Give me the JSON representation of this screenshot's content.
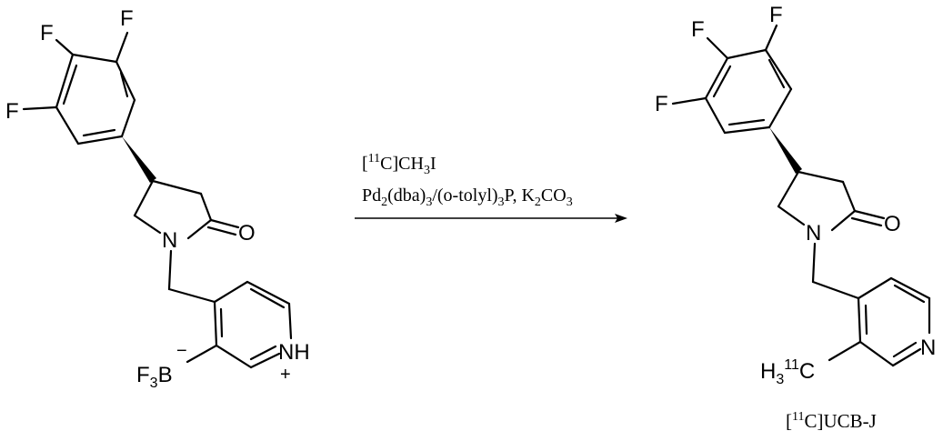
{
  "precursor": {
    "atoms": {
      "f_top_left": "F",
      "f_top_right": "F",
      "f_left": "F",
      "n_lactam": "N",
      "o_carbonyl": "O",
      "nh_pyridinium": "NH",
      "plus_charge": "+",
      "minus_charge": "−",
      "bf3_f": "F",
      "bf3_sub": "3",
      "bf3_b": "B"
    }
  },
  "conditions": {
    "line1": {
      "open_bracket": "[",
      "isotope": "11",
      "rest": "C]CH",
      "sub3": "3",
      "tail": "I"
    },
    "line2": {
      "pd": "Pd",
      "sub2": "2",
      "dba": "(dba)",
      "sub3a": "3",
      "tolyl": "/(o-tolyl)",
      "sub3b": "3",
      "p_k": "P,  K",
      "sub2b": "2",
      "co": "CO",
      "sub3c": "3"
    }
  },
  "product": {
    "atoms": {
      "f_top_left": "F",
      "f_top_right": "F",
      "f_left": "F",
      "n_lactam": "N",
      "o_carbonyl": "O",
      "n_pyridine": "N",
      "methyl_h": "H",
      "methyl_sub3": "3",
      "methyl_isotope": "11",
      "methyl_c": "C"
    },
    "caption": {
      "open_bracket": "[",
      "isotope": "11",
      "rest": "C]UCB-J"
    }
  }
}
